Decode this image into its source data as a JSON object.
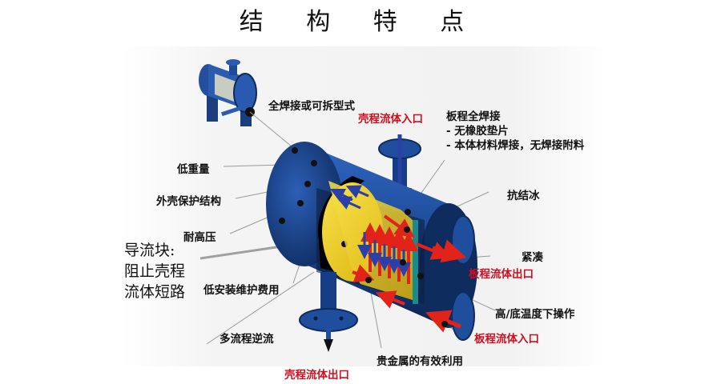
{
  "title": "结 构 特 点",
  "colors": {
    "shell_blue": "#1f4f9c",
    "shell_dark": "#0e2b5c",
    "plate_yellow": "#f2d21c",
    "hot_arrow_red": "#e2231a",
    "cold_arrow_blue": "#2a3fa8",
    "red_label": "#cc1020",
    "teal_plate": "#1b8a8c"
  },
  "labels": {
    "weld_or_removable": "全焊接或可拆型式",
    "shell_inlet": "壳程流体入口",
    "plate_full_weld": {
      "heading": "板程全焊接",
      "items": [
        "- 无橡胶垫片",
        "- 本体材料焊接，无焊接附料"
      ]
    },
    "low_weight": "低重量",
    "shell_protection": "外壳保护结构",
    "anti_freeze": "抗结冰",
    "high_pressure": "耐高压",
    "baffle_block": {
      "lines": [
        "导流块:",
        "阻止壳程",
        "流体短路"
      ]
    },
    "compact": "紧凑",
    "plate_outlet": "板程流体出口",
    "low_maintenance": "低安装维护费用",
    "high_low_temp": "高/底温度下操作",
    "multi_pass_counterflow": "多流程逆流",
    "plate_inlet": "板程流体入口",
    "precious_metal": "贵金属的有效利用",
    "shell_outlet": "壳程流体出口"
  }
}
